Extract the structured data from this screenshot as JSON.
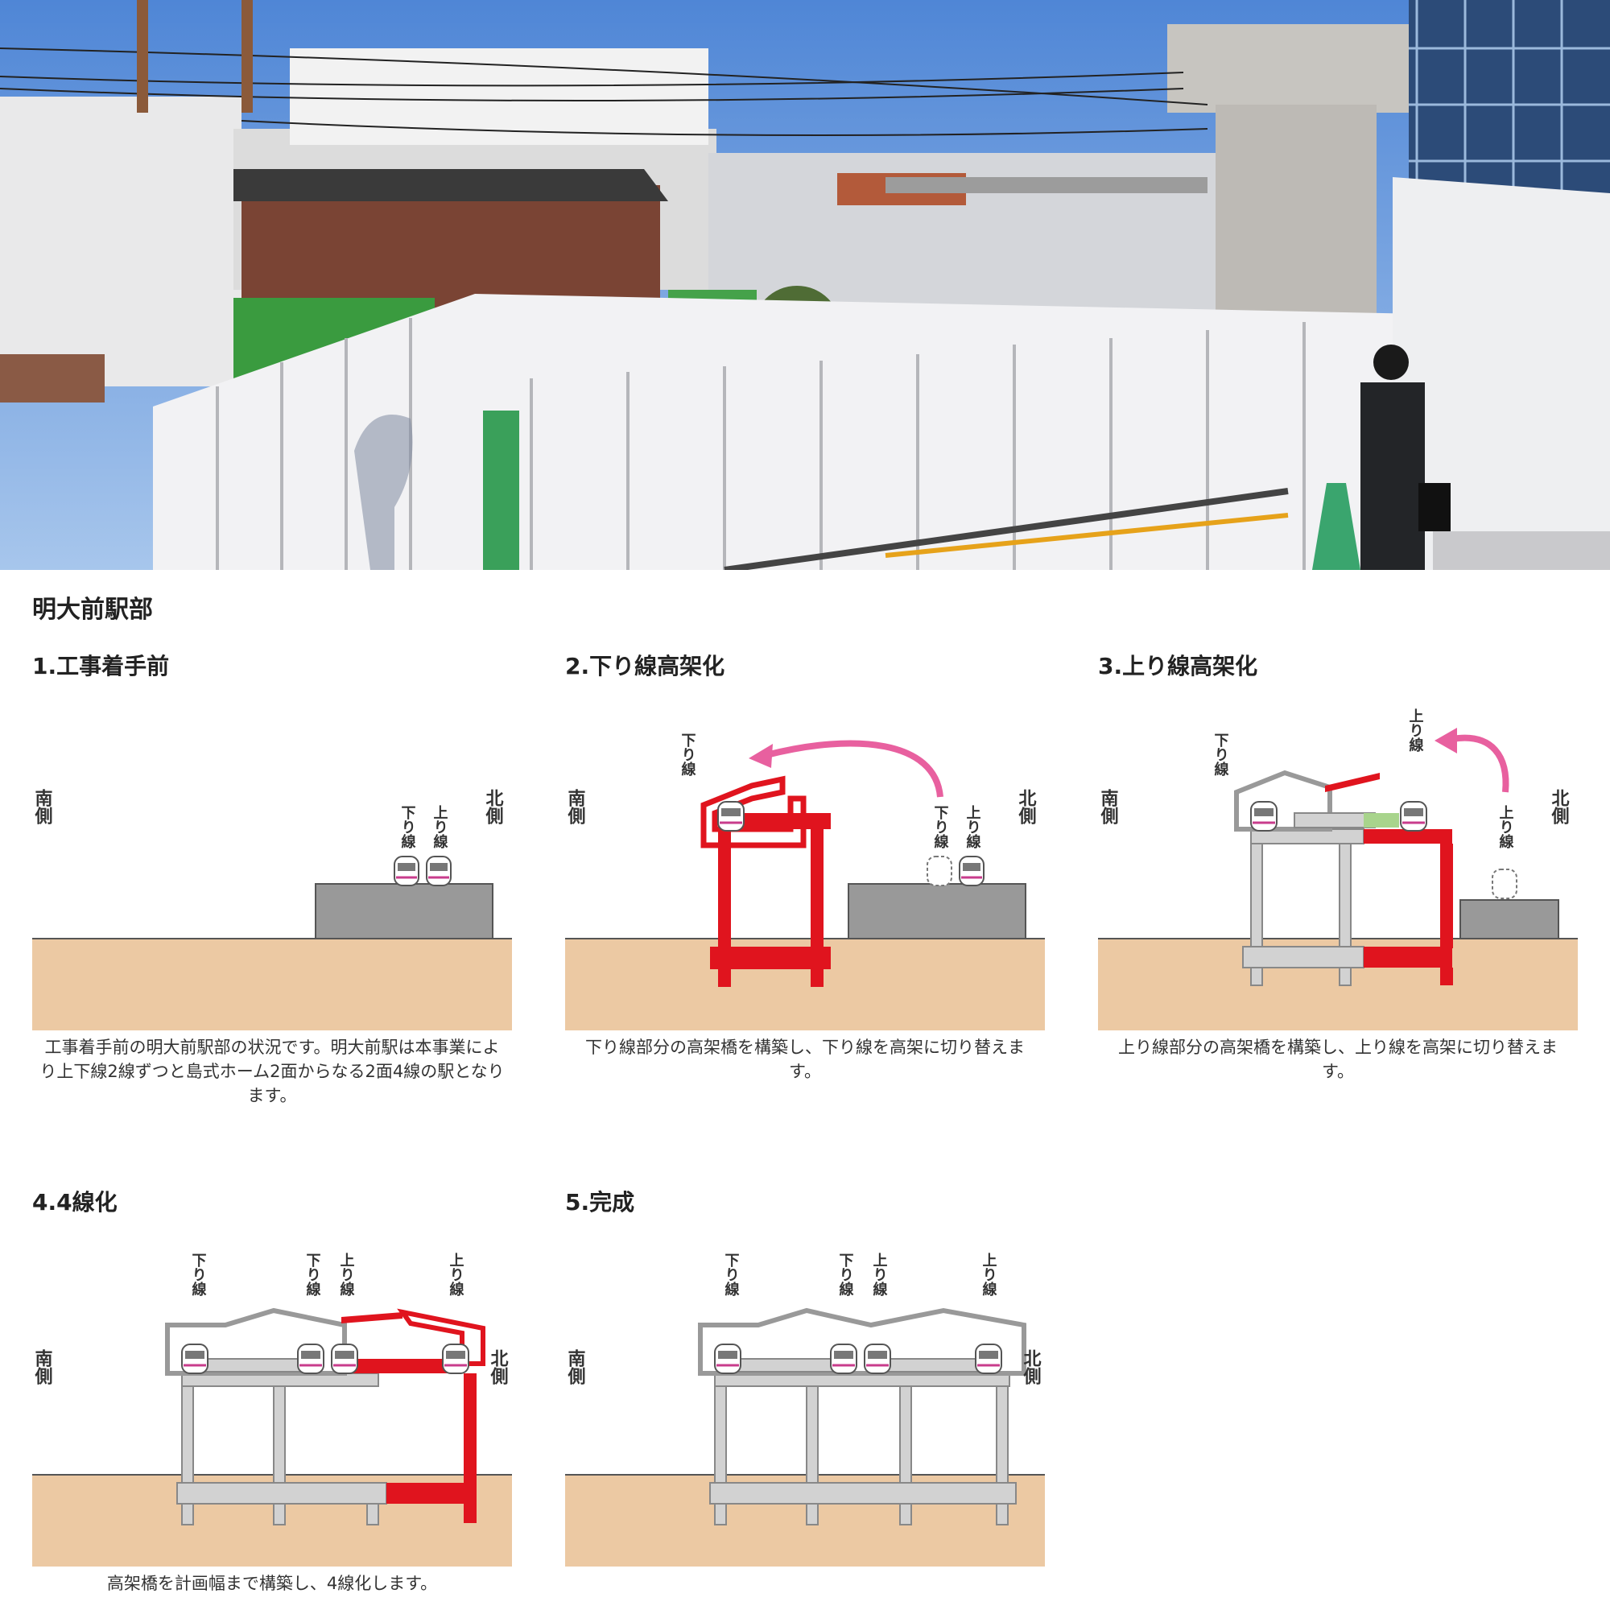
{
  "section": {
    "title": "明大前駅部"
  },
  "labels": {
    "south": "南側",
    "north": "北側",
    "down": "下り線",
    "up": "上り線"
  },
  "panels": [
    {
      "title": "1.工事着手前",
      "caption": "工事着手前の明大前駅部の状況です。明大前駅は本事業により上下線2線ずつと島式ホーム2面からなる2面4線の駅となります。"
    },
    {
      "title": "2.下り線高架化",
      "caption": "下り線部分の高架橋を構築し、下り線を高架に切り替えます。"
    },
    {
      "title": "3.上り線高架化",
      "caption": "上り線部分の高架橋を構築し、上り線を高架に切り替えます。"
    },
    {
      "title": "4.4線化",
      "caption": "高架橋を計画幅まで構築し、4線化します。"
    },
    {
      "title": "5.完成",
      "caption": ""
    }
  ],
  "colors": {
    "ground": "#ecc9a3",
    "existing": "#999999",
    "new_structure": "#e0141e",
    "completed_structure": "#d2d2d2",
    "arrow": "#e8609f"
  }
}
